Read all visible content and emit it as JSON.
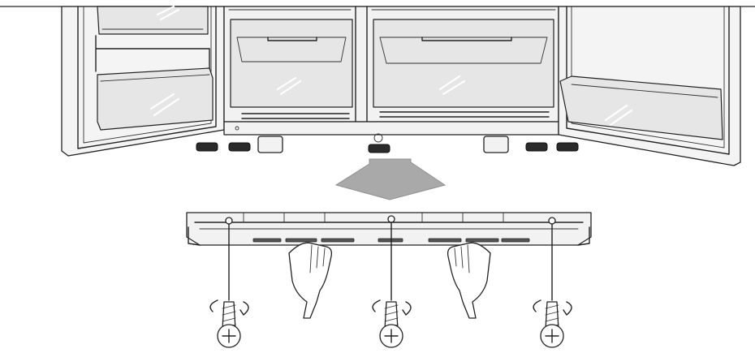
{
  "figure": {
    "description_text": "",
    "steps": [
      {
        "action": "remove-bottom-cover",
        "direction": "down-out"
      },
      {
        "action": "unscrew",
        "screws": 3,
        "rotation": "counter-clockwise"
      }
    ]
  },
  "colors": {
    "line": "#222222",
    "surface": "#f2f2f2",
    "arrow": "#a9a9a9",
    "dark_part": "#2a2a2a"
  },
  "icons": [
    "fridge-icon",
    "arrow-down-icon",
    "cover-panel-icon",
    "hand-icon",
    "screw-icon",
    "rotate-arrow-icon"
  ]
}
